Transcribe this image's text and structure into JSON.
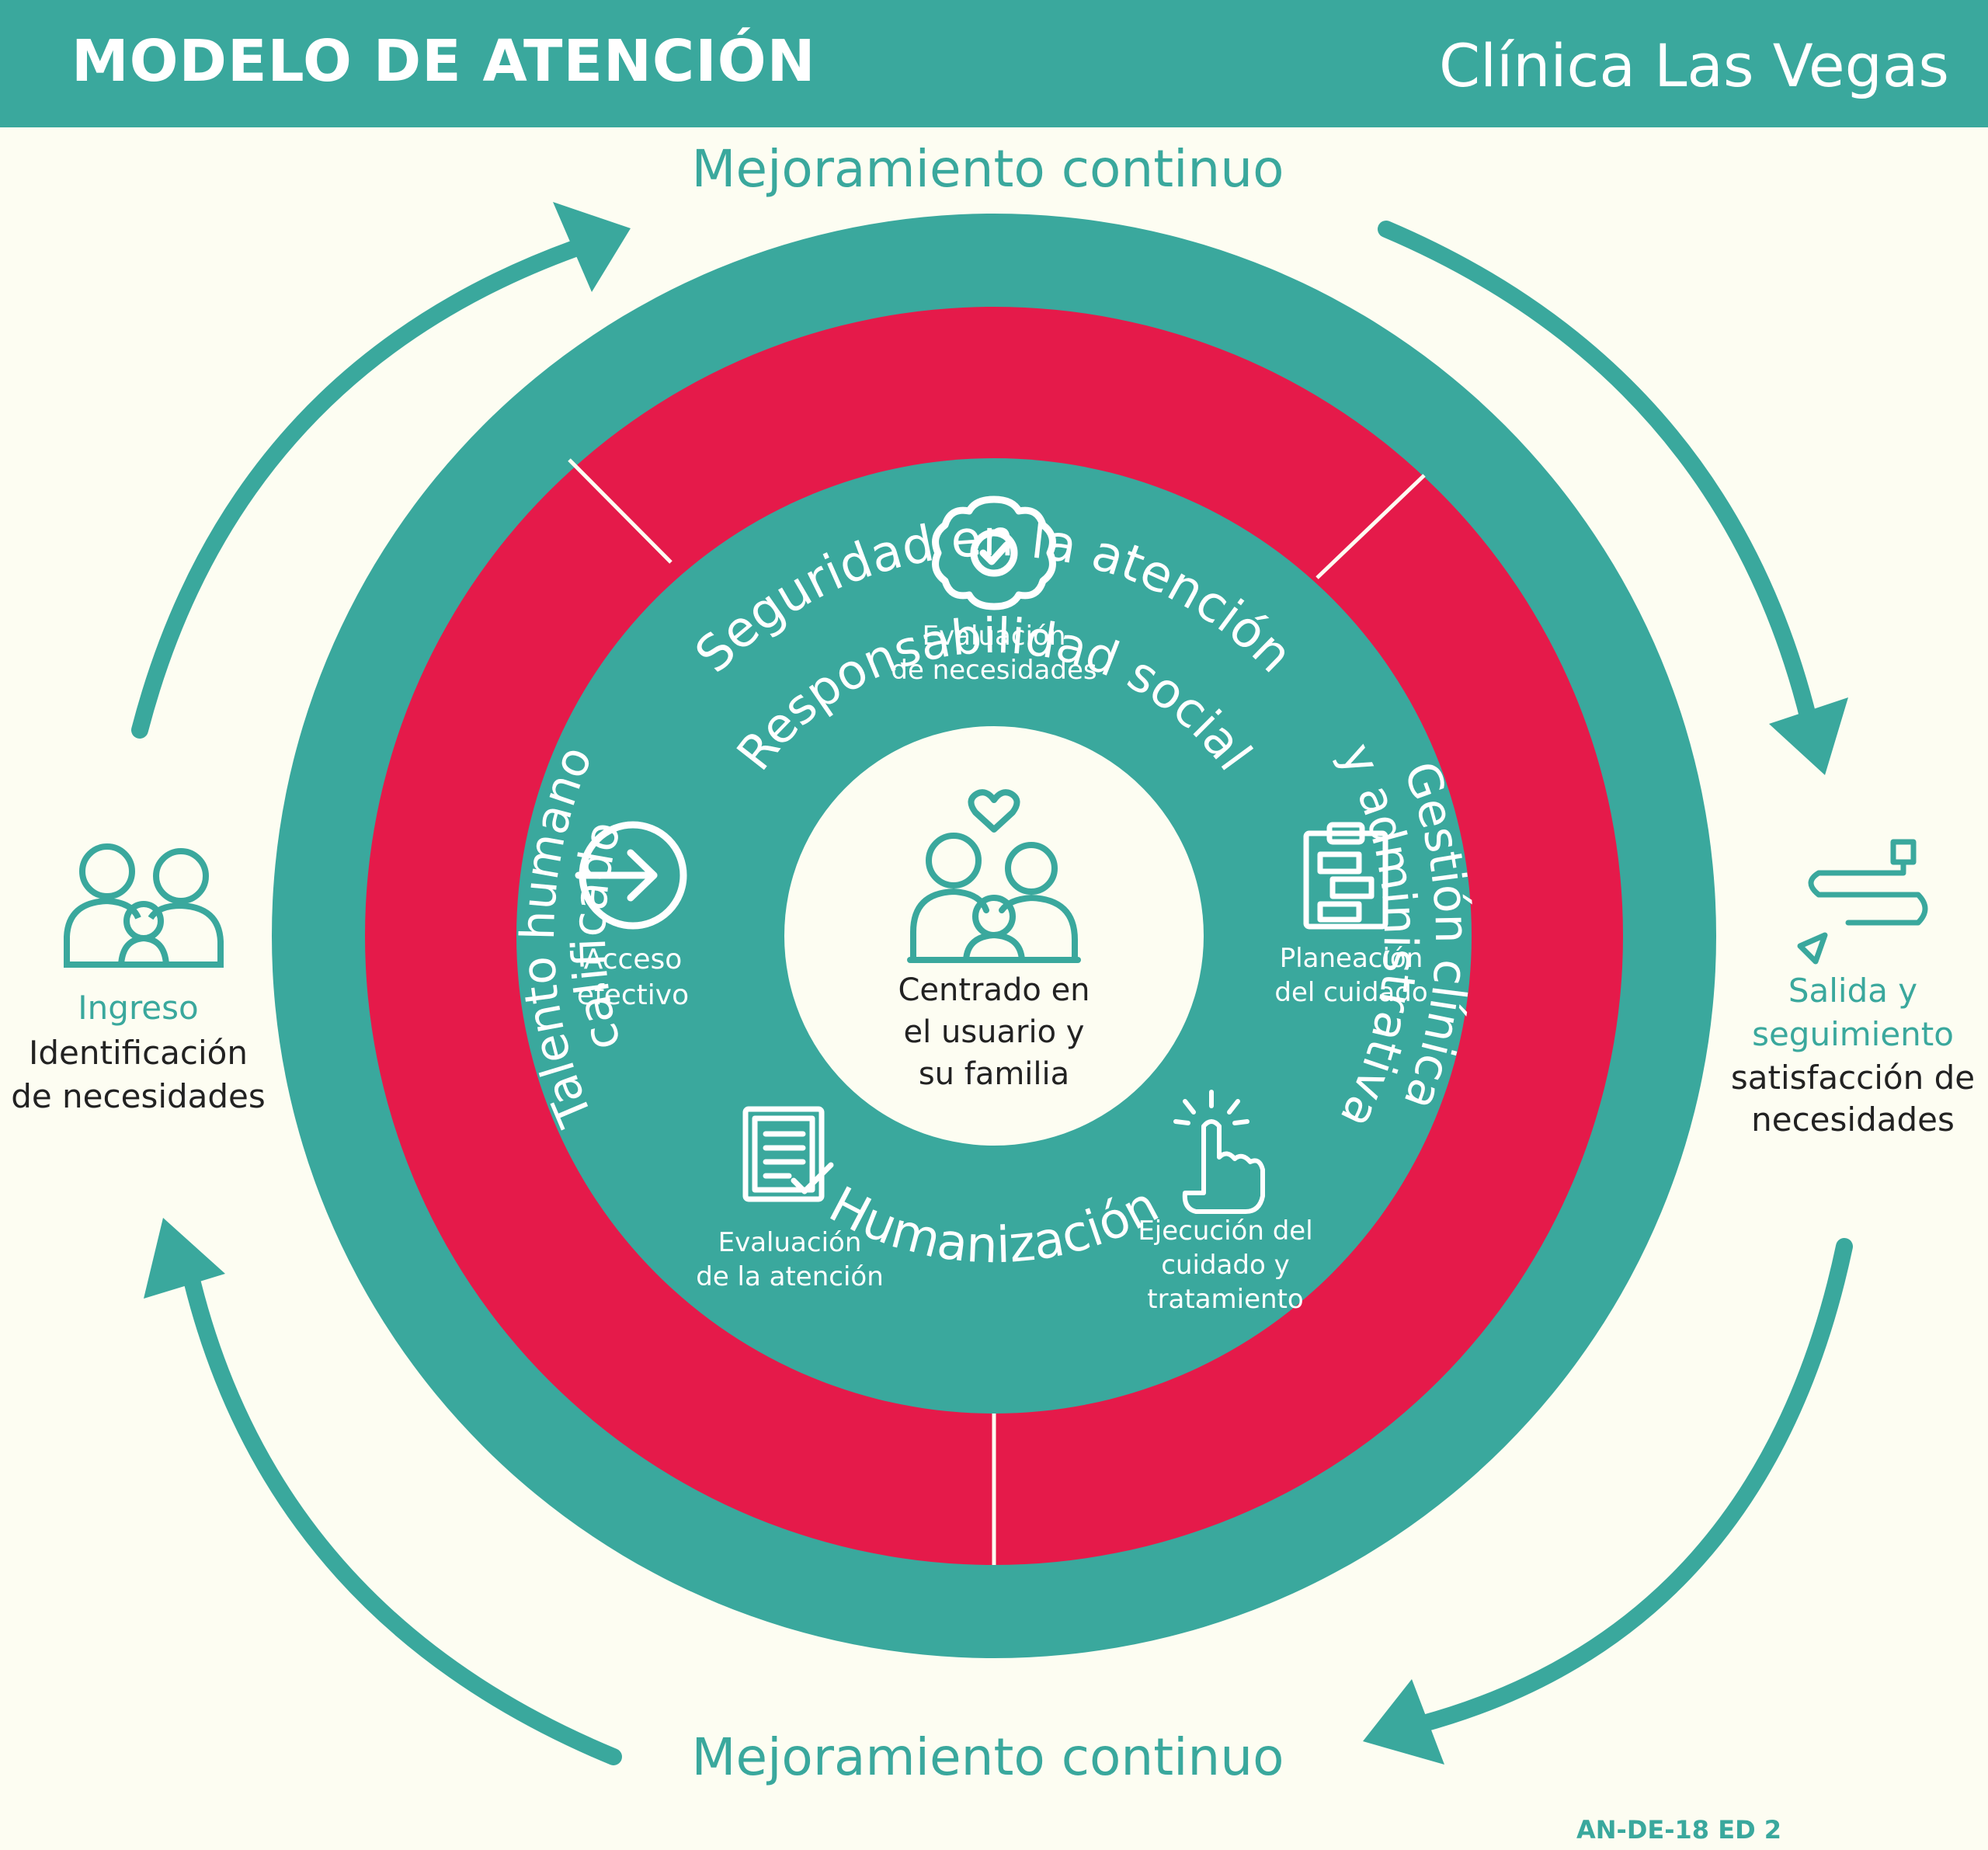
{
  "header": {
    "title": "MODELO DE ATENCIÓN",
    "clinic": "Clínica Las Vegas"
  },
  "outer_cycle": {
    "top_label": "Mejoramiento continuo",
    "bottom_label": "Mejoramiento continuo"
  },
  "outer_ring": {
    "top_label": "Seguridad en la atención",
    "bottom_label": "Humanización"
  },
  "middle_ring": {
    "top_label": "Responsabilidad social",
    "left_line1": "Talento humano",
    "left_line2": "calificado",
    "right_line1": "Gestión clínica",
    "right_line2": "y administrativa"
  },
  "process_steps": {
    "needs_evaluation": {
      "line1": "Evaluación",
      "line2": "de necesidades"
    },
    "effective_access": {
      "line1": "Acceso",
      "line2": "efectivo"
    },
    "care_planning": {
      "line1": "Planeación",
      "line2": "del cuidado"
    },
    "care_evaluation": {
      "line1": "Evaluación",
      "line2": "de la atención"
    },
    "care_execution": {
      "line1": "Ejecución del",
      "line2": "cuidado y",
      "line3": "tratamiento"
    }
  },
  "center": {
    "line1": "Centrado en",
    "line2": "el usuario y",
    "line3": "su familia"
  },
  "entry": {
    "title": "Ingreso",
    "line1": "Identificación",
    "line2": "de necesidades"
  },
  "exit": {
    "title_line1": "Salida y",
    "title_line2": "seguimiento",
    "line1": "satisfacción de",
    "line2": "necesidades"
  },
  "footer": {
    "code": "AN-DE-18 ED 2"
  },
  "colors": {
    "teal": "#3aa89d",
    "crimson": "#e51a4a",
    "cream": "#fdfdf2",
    "white": "#ffffff",
    "text_dark": "#222222"
  },
  "icons": {
    "entry": "family-icon",
    "exit": "path-route-icon",
    "needs_evaluation": "badge-check-icon",
    "effective_access": "arrow-circle-icon",
    "care_planning": "clipboard-icon",
    "care_evaluation": "checklist-icon",
    "care_execution": "tap-hand-icon",
    "center": "family-heart-icon"
  }
}
